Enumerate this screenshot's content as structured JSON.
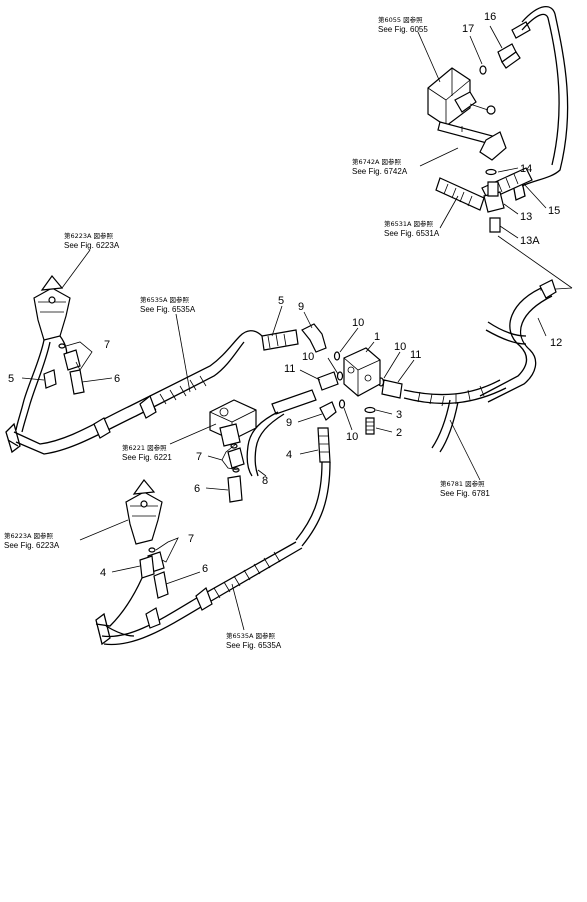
{
  "callouts": [
    {
      "id": "c1",
      "text": "1"
    },
    {
      "id": "c2",
      "text": "2"
    },
    {
      "id": "c3",
      "text": "3"
    },
    {
      "id": "c4a",
      "text": "4"
    },
    {
      "id": "c4b",
      "text": "4"
    },
    {
      "id": "c5a",
      "text": "5"
    },
    {
      "id": "c5b",
      "text": "5"
    },
    {
      "id": "c6a",
      "text": "6"
    },
    {
      "id": "c6b",
      "text": "6"
    },
    {
      "id": "c6c",
      "text": "6"
    },
    {
      "id": "c7a",
      "text": "7"
    },
    {
      "id": "c7b",
      "text": "7"
    },
    {
      "id": "c7c",
      "text": "7"
    },
    {
      "id": "c8",
      "text": "8"
    },
    {
      "id": "c9a",
      "text": "9"
    },
    {
      "id": "c9b",
      "text": "9"
    },
    {
      "id": "c10a",
      "text": "10"
    },
    {
      "id": "c10b",
      "text": "10"
    },
    {
      "id": "c10c",
      "text": "10"
    },
    {
      "id": "c10d",
      "text": "10"
    },
    {
      "id": "c11a",
      "text": "11"
    },
    {
      "id": "c11b",
      "text": "11"
    },
    {
      "id": "c12",
      "text": "12"
    },
    {
      "id": "c13",
      "text": "13"
    },
    {
      "id": "c13a",
      "text": "13A"
    },
    {
      "id": "c14",
      "text": "14"
    },
    {
      "id": "c15",
      "text": "15"
    },
    {
      "id": "c16",
      "text": "16"
    },
    {
      "id": "c17",
      "text": "17"
    }
  ],
  "references": [
    {
      "id": "r6055",
      "jp": "第6055 図参照",
      "en": "See Fig. 6055"
    },
    {
      "id": "r6742a",
      "jp": "第6742A 図参照",
      "en": "See Fig. 6742A"
    },
    {
      "id": "r6531a",
      "jp": "第6531A 図参照",
      "en": "See Fig. 6531A"
    },
    {
      "id": "r6223a-top",
      "jp": "第6223A 図参照",
      "en": "See Fig. 6223A"
    },
    {
      "id": "r6535a-top",
      "jp": "第6535A 図参照",
      "en": "See Fig. 6535A"
    },
    {
      "id": "r6221",
      "jp": "第6221 図参照",
      "en": "See Fig. 6221"
    },
    {
      "id": "r6781",
      "jp": "第6781 図参照",
      "en": "See Fig. 6781"
    },
    {
      "id": "r6223a-bottom",
      "jp": "第6223A 図参照",
      "en": "See Fig. 6223A"
    },
    {
      "id": "r6535a-bottom",
      "jp": "第6535A 図参照",
      "en": "See Fig. 6535A"
    }
  ]
}
